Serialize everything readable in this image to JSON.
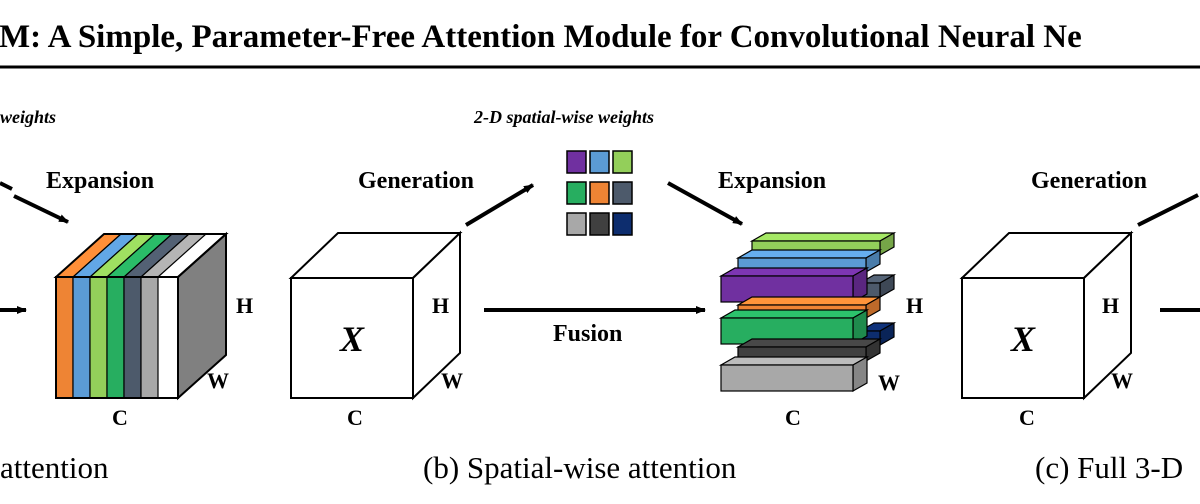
{
  "header": {
    "title": "M: A Simple, Parameter-Free Attention Module for Convolutional Neural Ne"
  },
  "panel_a": {
    "top_label": "weights",
    "arrow_label": "Expansion",
    "dim_h": "H",
    "dim_w": "W",
    "dim_c": "C",
    "caption": "attention",
    "slice_colors": [
      "#ee8434",
      "#5b9bd5",
      "#93cf5a",
      "#27ae60",
      "#4d5a6b",
      "#a8a8a8"
    ]
  },
  "panel_b": {
    "weights_label": "2-D spatial-wise weights",
    "generation_label": "Generation",
    "expansion_label": "Expansion",
    "fusion_label": "Fusion",
    "cube_symbol": "X",
    "dim_h": "H",
    "dim_w": "W",
    "dim_c": "C",
    "out_dim_h": "H",
    "out_dim_w": "W",
    "out_dim_c": "C",
    "caption": "(b) Spatial-wise attention",
    "grid_colors": [
      [
        "#7030a0",
        "#5b9bd5",
        "#93cf5a"
      ],
      [
        "#27ae60",
        "#ee8434",
        "#4d5a6b"
      ],
      [
        "#a8a8a8",
        "#404040",
        "#0d2d6e"
      ]
    ]
  },
  "panel_c": {
    "generation_label": "Generation",
    "cube_symbol": "X",
    "dim_h": "H",
    "dim_w": "W",
    "dim_c": "C",
    "caption": "(c) Full 3-D"
  }
}
